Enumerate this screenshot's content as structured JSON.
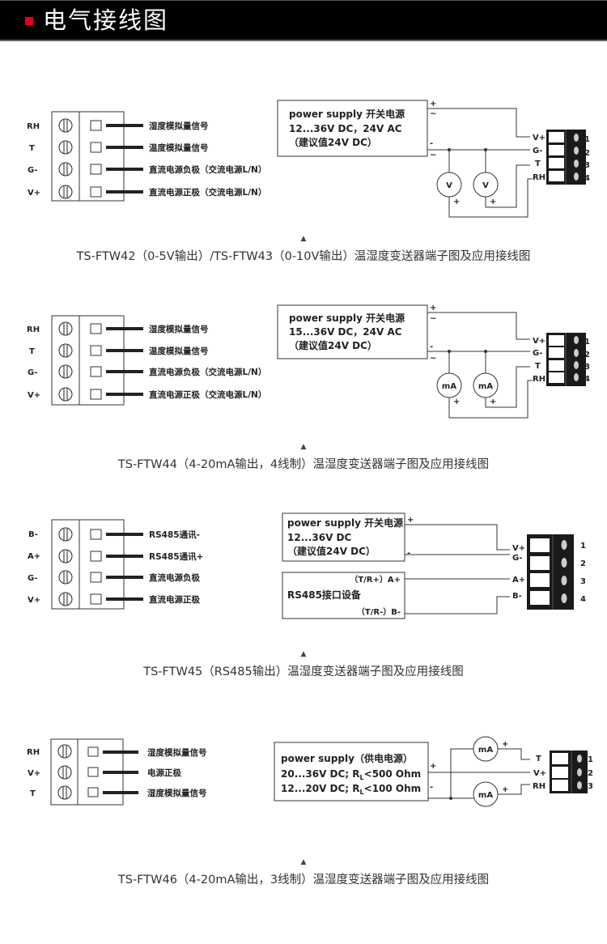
{
  "header": {
    "title": "电气接线图",
    "accent_color": "#e60012"
  },
  "diagrams": [
    {
      "caption": "TS-FTW42（0-5V输出）/TS-FTW43（0-10V输出）温湿度变送器端子图及应用接线图",
      "terminals": [
        {
          "pin": "RH",
          "desc": "湿度模拟量信号"
        },
        {
          "pin": "T",
          "desc": "温度模拟量信号"
        },
        {
          "pin": "G-",
          "desc": "直流电源负极（交流电源L/N）"
        },
        {
          "pin": "V+",
          "desc": "直流电源正极（交流电源L/N）"
        }
      ],
      "supply": {
        "line1": "power supply 开关电源",
        "line2": "12...36V DC，24V AC",
        "line3": "（建议值24V DC）",
        "plus": "+",
        "tilde1": "~",
        "minus": "-",
        "tilde2": "~"
      },
      "meters": [
        "V",
        "V"
      ],
      "meter_plus": "+",
      "block_labels": [
        "V+",
        "G-",
        "T",
        "RH"
      ],
      "block_numbers": [
        "1",
        "2",
        "3",
        "4"
      ]
    },
    {
      "caption": "TS-FTW44（4-20mA输出，4线制）温湿度变送器端子图及应用接线图",
      "terminals": [
        {
          "pin": "RH",
          "desc": "湿度模拟量信号"
        },
        {
          "pin": "T",
          "desc": "温度模拟量信号"
        },
        {
          "pin": "G-",
          "desc": "直流电源负极（交流电源L/N）"
        },
        {
          "pin": "V+",
          "desc": "直流电源正极（交流电源L/N）"
        }
      ],
      "supply": {
        "line1": "power supply 开关电源",
        "line2": "15...36V DC，24V AC",
        "line3": "（建议值24V DC）",
        "plus": "+",
        "tilde1": "~",
        "minus": "-",
        "tilde2": "~"
      },
      "meters": [
        "mA",
        "mA"
      ],
      "meter_plus": "+",
      "block_labels": [
        "V+",
        "G-",
        "T",
        "RH"
      ],
      "block_numbers": [
        "1",
        "2",
        "3",
        "4"
      ]
    },
    {
      "caption": "TS-FTW45（RS485输出）温湿度变送器端子图及应用接线图",
      "terminals": [
        {
          "pin": "B-",
          "desc": "RS485通讯-"
        },
        {
          "pin": "A+",
          "desc": "RS485通讯+"
        },
        {
          "pin": "G-",
          "desc": "直流电源负极"
        },
        {
          "pin": "V+",
          "desc": "直流电源正极"
        }
      ],
      "supply": {
        "line1": "power supply 开关电源",
        "line2": "12...36V DC",
        "line3": "（建议值24V DC）",
        "plus": "+",
        "minus": "-"
      },
      "rs485": {
        "title": "RS485接口设备",
        "a": "（T/R+）A+",
        "b": "（T/R-）B-"
      },
      "block_labels": [
        "V+",
        "G-",
        "A+",
        "B-"
      ],
      "block_numbers": [
        "1",
        "2",
        "3",
        "4"
      ]
    },
    {
      "caption": "TS-FTW46（4-20mA输出，3线制）温湿度变送器端子图及应用接线图",
      "terminals": [
        {
          "pin": "RH",
          "desc": "湿度模拟量信号"
        },
        {
          "pin": "V+",
          "desc": "电源正极"
        },
        {
          "pin": "T",
          "desc": "湿度模拟量信号"
        }
      ],
      "supply": {
        "line1": "power supply（供电电源）",
        "line2a": "20...36V DC; R",
        "line2sub": "L",
        "line2b": "<500 Ohm",
        "line3a": "12...20V DC; R",
        "line3sub": "L",
        "line3b": "<100 Ohm",
        "plus": "+",
        "minus": "-"
      },
      "meters": [
        "mA",
        "mA"
      ],
      "meter_plus": "+",
      "block_labels": [
        "T",
        "V+",
        "RH"
      ],
      "block_numbers": [
        "1",
        "2",
        "3"
      ]
    }
  ],
  "caption_marker": "▲"
}
